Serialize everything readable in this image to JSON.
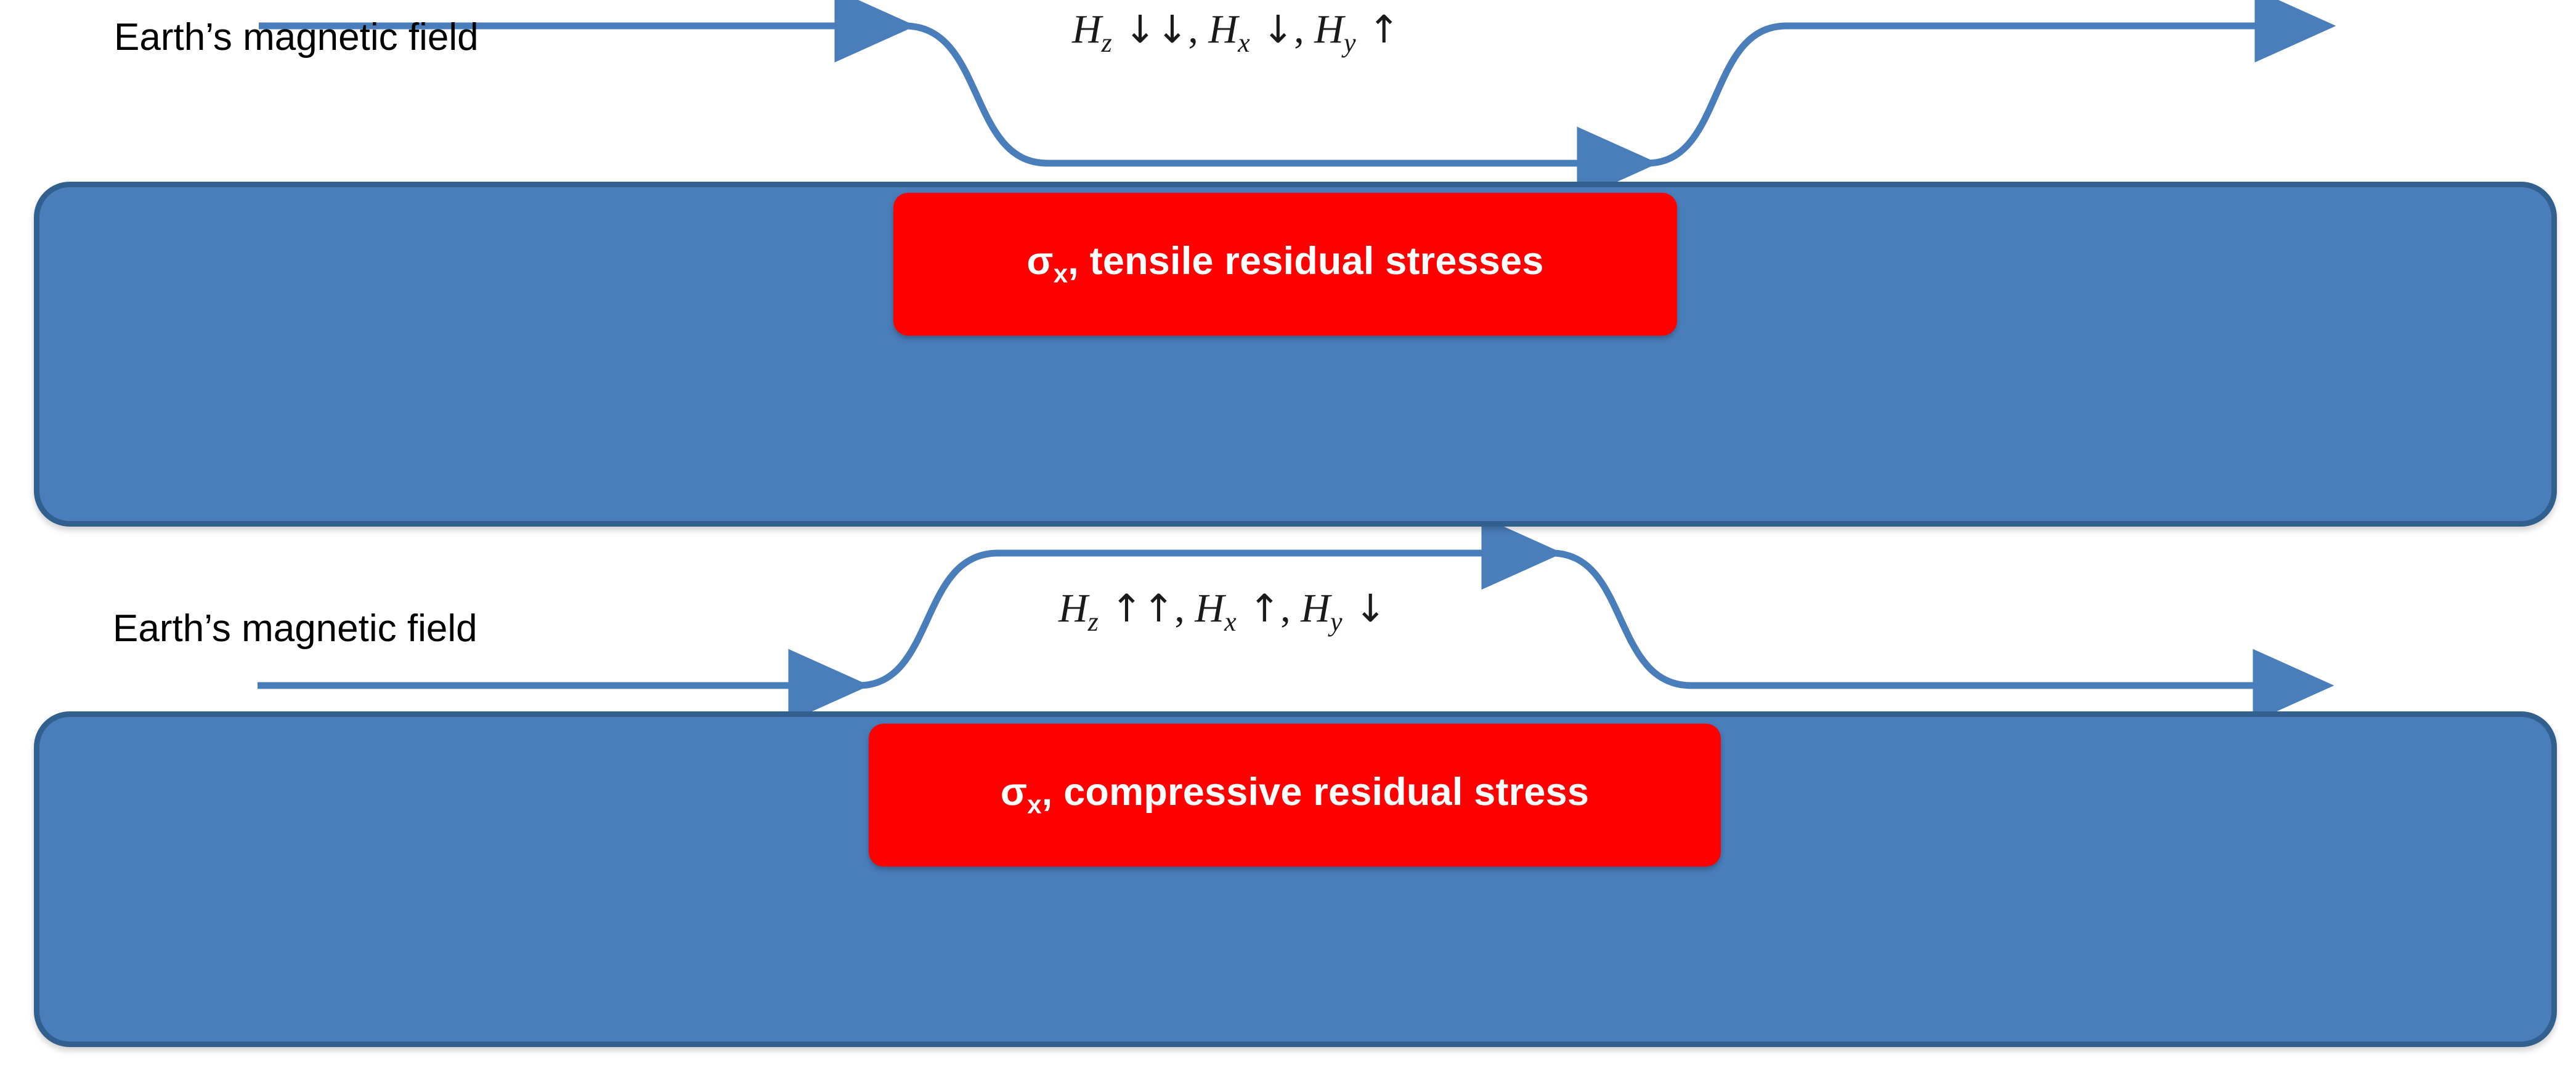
{
  "diagram": {
    "title_hidden": "",
    "colors": {
      "plate_fill": "#4a7ebb",
      "plate_border": "#31608f",
      "flux_line": "#4a7ebb",
      "stress_box": "#ff0000",
      "stress_text": "#ffffff",
      "label_text": "#000000",
      "background": "#ffffff"
    },
    "panels": [
      {
        "id": "tensile",
        "field_label": "Earth’s magnetic field",
        "formula": {
          "full_text": "H_z ↓↓, H_x ↓, H_y ↑",
          "terms": [
            {
              "symbol": "H",
              "subscript": "z",
              "arrows": "↓↓"
            },
            {
              "symbol": "H",
              "subscript": "x",
              "arrows": "↓"
            },
            {
              "symbol": "H",
              "subscript": "y",
              "arrows": "↑"
            }
          ]
        },
        "stress_box": {
          "symbol": "σ",
          "subscript": "x",
          "text": ", tensile residual stresses",
          "full_text": "σx, tensile residual stresses"
        },
        "flux_direction": "dips-down-over-plate"
      },
      {
        "id": "compressive",
        "field_label": "Earth’s magnetic field",
        "formula": {
          "full_text": "H_z ↑↑, H_x ↑, H_y ↓",
          "terms": [
            {
              "symbol": "H",
              "subscript": "z",
              "arrows": "↑↑"
            },
            {
              "symbol": "H",
              "subscript": "x",
              "arrows": "↑"
            },
            {
              "symbol": "H",
              "subscript": "y",
              "arrows": "↓"
            }
          ]
        },
        "stress_box": {
          "symbol": "σ",
          "subscript": "x",
          "text": ", compressive residual stress",
          "full_text": "σx, compressive residual stress"
        },
        "flux_direction": "bulges-up-over-plate"
      }
    ]
  }
}
